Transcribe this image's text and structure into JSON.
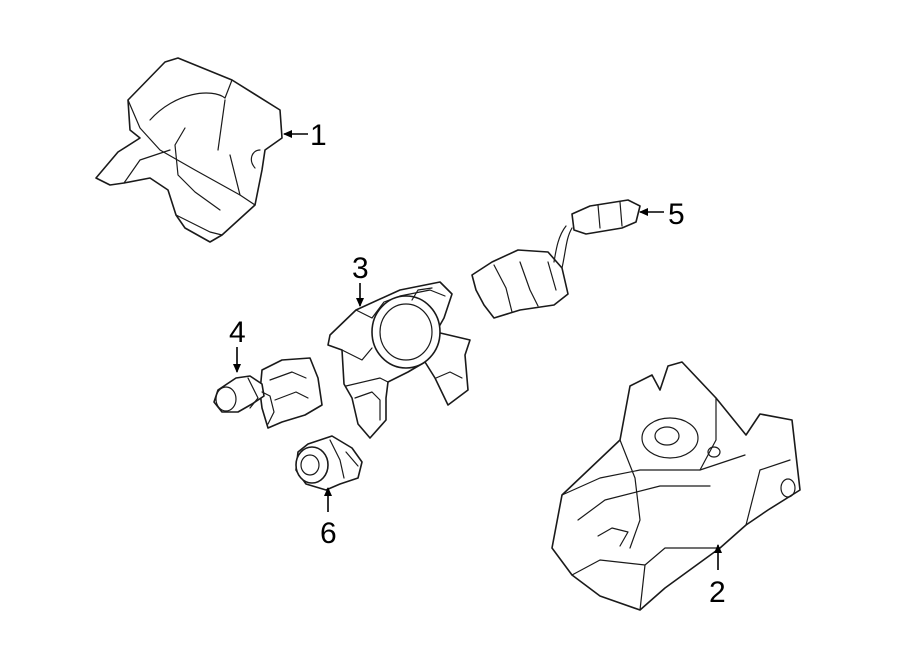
{
  "callouts": {
    "1": "1",
    "2": "2",
    "3": "3",
    "4": "4",
    "5": "5",
    "6": "6"
  },
  "colors": {
    "line": "#1a1a1a",
    "background": "#ffffff"
  }
}
